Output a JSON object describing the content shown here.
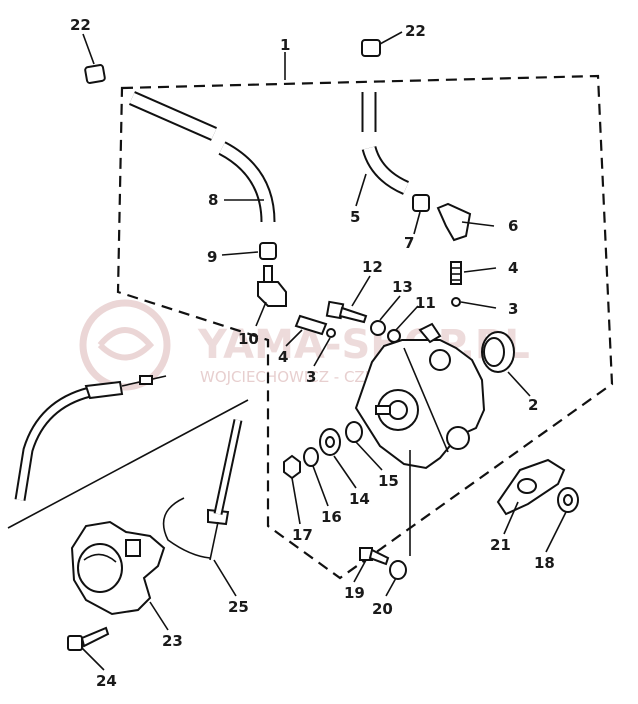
{
  "watermark": {
    "brand": "YAMA-SHOP.PL",
    "owner": "WOJCIECHOWICZ - CZESCI YAMAHA"
  },
  "colors": {
    "line": "#111111",
    "watermark": "#e2c4c4"
  },
  "callouts": {
    "c1": "1",
    "c2": "2",
    "c3a": "3",
    "c3b": "3",
    "c4a": "4",
    "c4b": "4",
    "c5": "5",
    "c6": "6",
    "c7": "7",
    "c8": "8",
    "c9": "9",
    "c10": "10",
    "c11": "11",
    "c12": "12",
    "c13": "13",
    "c14": "14",
    "c15": "15",
    "c16": "16",
    "c17": "17",
    "c18": "18",
    "c19": "19",
    "c20": "20",
    "c21": "21",
    "c22a": "22",
    "c22b": "22",
    "c23": "23",
    "c24": "24",
    "c25": "25"
  }
}
